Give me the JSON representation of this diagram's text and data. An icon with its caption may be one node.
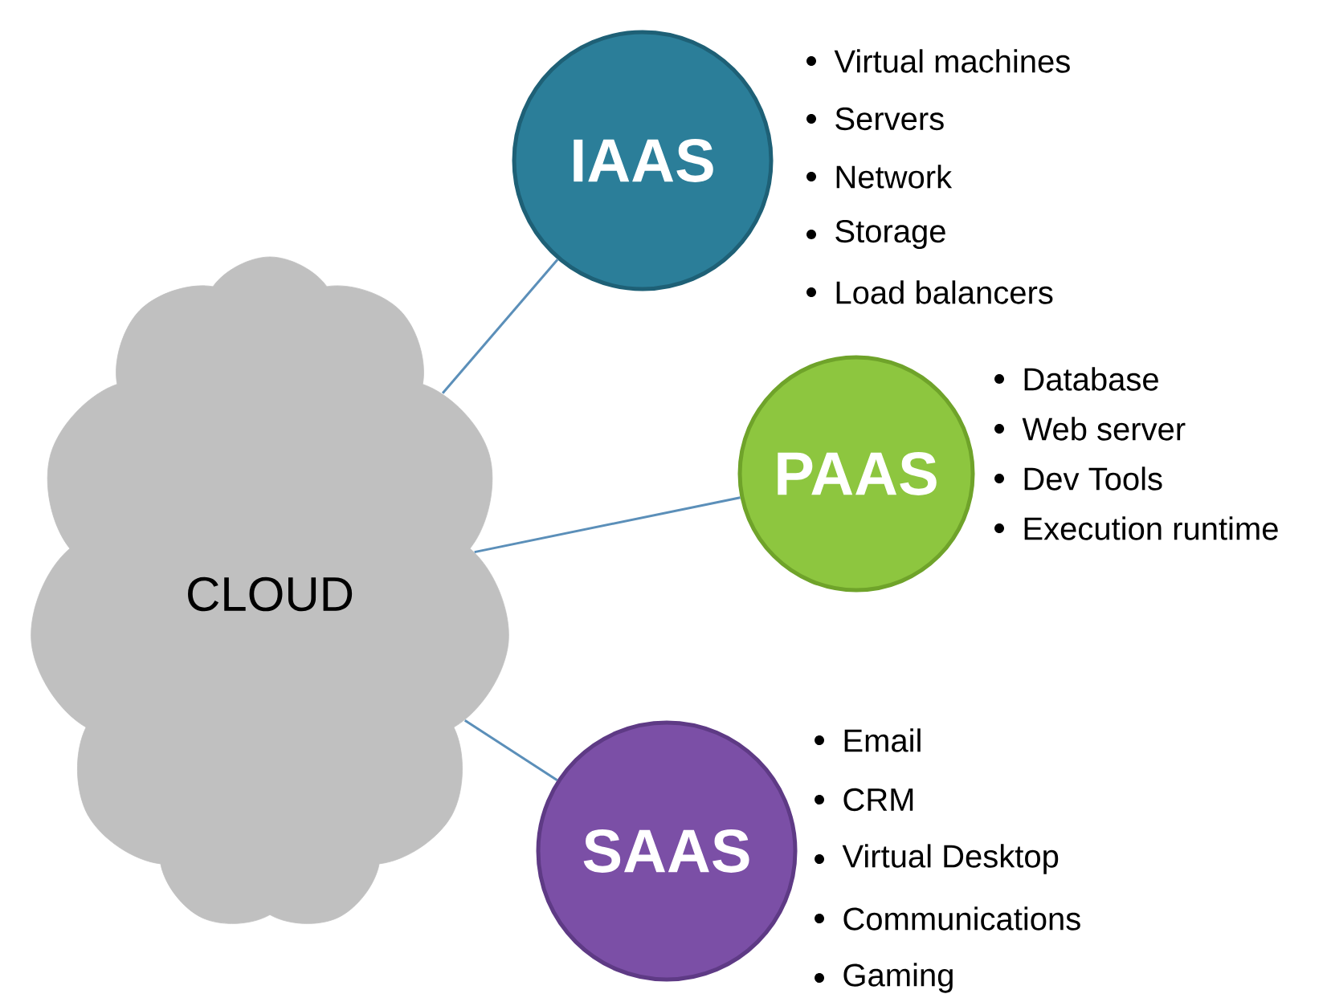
{
  "diagram": {
    "nodes": [
      {
        "text": [
          "CLOUD"
        ]
      },
      {
        "text": [
          "IAAS"
        ],
        "beside": [
          "Virtual machines",
          "Servers",
          "Network",
          "Storage",
          "Load balancers"
        ]
      },
      {
        "text": [
          "PAAS"
        ],
        "beside": [
          "Database",
          "Web server",
          "Dev Tools",
          "Execution runtime"
        ]
      },
      {
        "text": [
          "SAAS"
        ],
        "beside": [
          "Email",
          "CRM",
          "Virtual Desktop",
          "Communications",
          "Gaming"
        ]
      }
    ],
    "edges": [
      {
        "from": 0,
        "to": 1,
        "arrow": "none"
      },
      {
        "from": 0,
        "to": 2,
        "arrow": "none"
      },
      {
        "from": 0,
        "to": 3,
        "arrow": "none"
      }
    ]
  }
}
